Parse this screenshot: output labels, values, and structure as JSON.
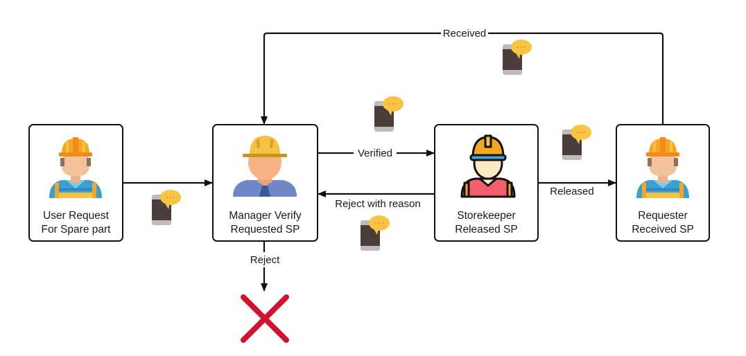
{
  "diagram": {
    "type": "flowchart",
    "nodes": [
      {
        "id": "user",
        "line1": "User Request",
        "line2": "For Spare part",
        "icon": "worker-icon"
      },
      {
        "id": "manager",
        "line1": "Manager Verify",
        "line2": "Requested SP",
        "icon": "manager-icon"
      },
      {
        "id": "storekeeper",
        "line1": "Storekeeper",
        "line2": "Released SP",
        "icon": "storekeeper-icon"
      },
      {
        "id": "requester",
        "line1": "Requester",
        "line2": "Received SP",
        "icon": "worker-icon"
      }
    ],
    "edges": [
      {
        "from": "user",
        "to": "manager",
        "label": ""
      },
      {
        "from": "manager",
        "to": "storekeeper",
        "label": "Verified"
      },
      {
        "from": "storekeeper",
        "to": "manager",
        "label": "Reject with reason"
      },
      {
        "from": "storekeeper",
        "to": "requester",
        "label": "Released"
      },
      {
        "from": "requester",
        "to": "manager",
        "label": "Received"
      },
      {
        "from": "manager",
        "to": "rejected",
        "label": "Reject"
      }
    ],
    "reject_icon": "red-x-icon",
    "notification_icon": "phone-message-icon",
    "colors": {
      "stroke": "#111111",
      "reject": "#d0142f",
      "bubble": "#f7c443",
      "phone_body": "#4a3d3b",
      "phone_frame": "#c2b9bd"
    }
  }
}
